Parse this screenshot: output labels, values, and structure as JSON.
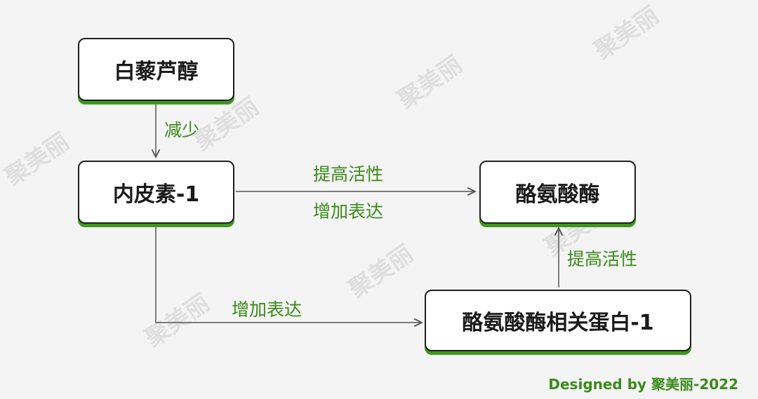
{
  "nodes": {
    "resveratrol": "白藜芦醇",
    "endothelin": "内皮素-1",
    "tyrosinase": "酪氨酸酶",
    "trp1": "酪氨酸酶相关蛋白-1"
  },
  "edge_labels": {
    "reduce": "减少",
    "increase_activity_1": "提高活性",
    "increase_expression_1": "增加表达",
    "increase_expression_2": "增加表达",
    "increase_activity_2": "提高活性"
  },
  "credit": "Designed by 聚美丽-2022",
  "watermark": "聚美丽",
  "colors": {
    "background": "#f4f4f4",
    "box_border": "#1f1f1f",
    "box_shadow": "#3a9a18",
    "label_green": "#3a8a1a",
    "arrow": "#555555"
  }
}
